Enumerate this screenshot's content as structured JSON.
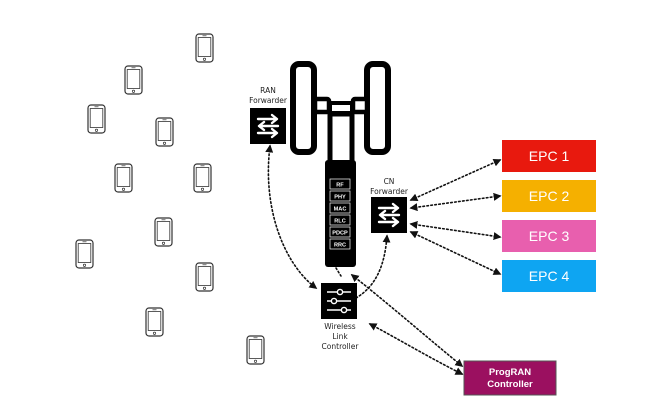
{
  "ran_forwarder": {
    "line1": "RAN",
    "line2": "Forwarder"
  },
  "cn_forwarder": {
    "line1": "CN",
    "line2": "Forwarder"
  },
  "wireless_link_controller": {
    "line1": "Wireless",
    "line2": "Link",
    "line3": "Controller"
  },
  "protocol_stack": [
    "RF",
    "PHY",
    "MAC",
    "RLC",
    "PDCP",
    "RRC"
  ],
  "epcs": [
    {
      "label": "EPC 1",
      "color": "#e8190e"
    },
    {
      "label": "EPC 2",
      "color": "#f5b000"
    },
    {
      "label": "EPC 3",
      "color": "#e85fae"
    },
    {
      "label": "EPC 4",
      "color": "#0ea5f2"
    }
  ],
  "progran_controller": {
    "line1": "ProgRAN",
    "line2": "Controller",
    "color": "#9b1060"
  },
  "icons": {
    "phone": "smartphone-icon",
    "switch": "network-switch-icon",
    "tower": "antenna-tower-icon",
    "controller": "slider-controls-icon"
  }
}
